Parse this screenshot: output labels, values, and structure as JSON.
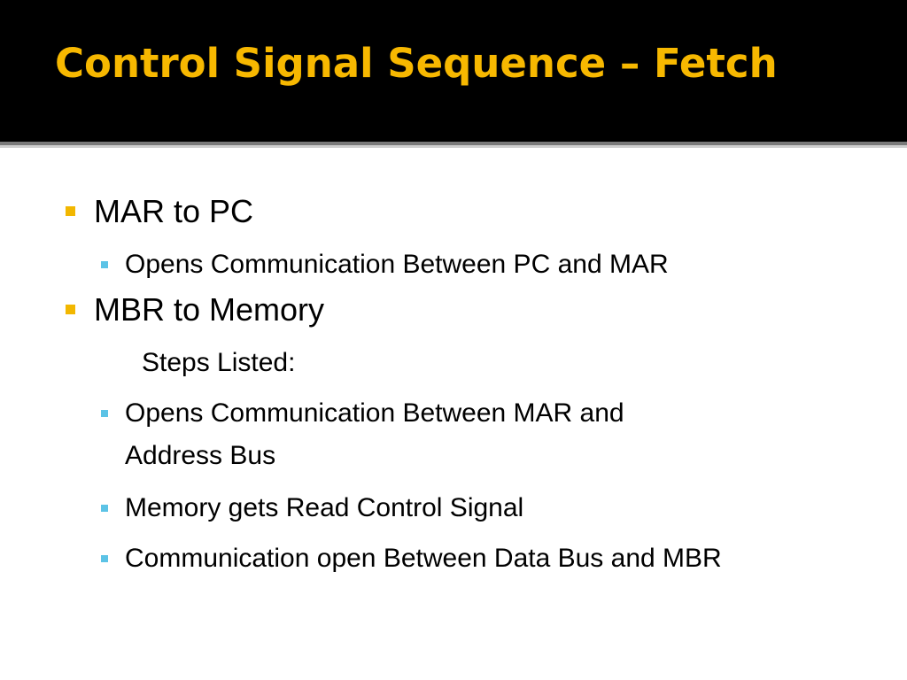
{
  "slide": {
    "title": "Control Signal Sequence – Fetch",
    "bullets": [
      {
        "label": "MAR to PC",
        "sub": [
          "Opens Communication Between PC and MAR"
        ]
      },
      {
        "label": "MBR to Memory",
        "note": "Steps Listed:",
        "sub": [
          "Opens Communication Between MAR and",
          "Address Bus",
          "Memory gets Read Control Signal",
          "Communication open Between Data Bus and MBR"
        ]
      }
    ]
  },
  "colors": {
    "title_bar": "#000000",
    "title_text": "#f7b800",
    "bullet_level1": "#f2b700",
    "bullet_level2": "#5cc3e6",
    "body_text": "#000000"
  }
}
